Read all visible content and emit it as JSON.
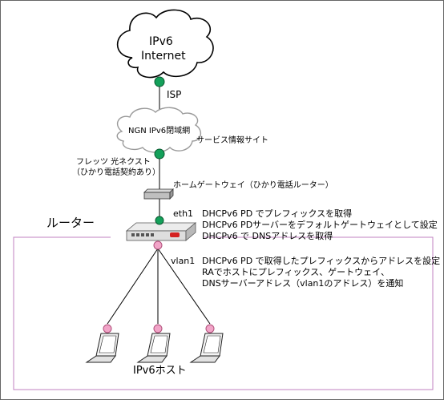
{
  "internet": {
    "line1": "IPv6",
    "line2": "Internet"
  },
  "isp_label": "ISP",
  "ngn": {
    "label": "NGN IPv6閉域網",
    "service_site": "サービス情報サイト"
  },
  "flets": {
    "line1": "フレッツ 光ネクスト",
    "line2": "（ひかり電話契約あり）"
  },
  "home_gateway_label": "ホームゲートウェイ（ひかり電話ルーター）",
  "router": {
    "title": "ルーター",
    "eth1": "eth1",
    "eth1_notes": [
      "DHCPv6 PD でプレフィックスを取得",
      "DHCPv6 PDサーバーをデフォルトゲートウェイとして設定",
      "DHCPv6 で DNSアドレスを取得"
    ],
    "vlan1": "vlan1",
    "vlan1_notes": [
      "DHCPv6 PD で取得したプレフィックスからアドレスを設定",
      "RAでホストにプレフィックス、ゲートウェイ、",
      "DNSサーバーアドレス（vlan1のアドレス）を通知"
    ]
  },
  "hosts_label": "IPv6ホスト",
  "colors": {
    "node_green": "#14a05a",
    "node_pink": "#f2a4c8",
    "boundary": "#c080c0",
    "router_red": "#d42020"
  }
}
